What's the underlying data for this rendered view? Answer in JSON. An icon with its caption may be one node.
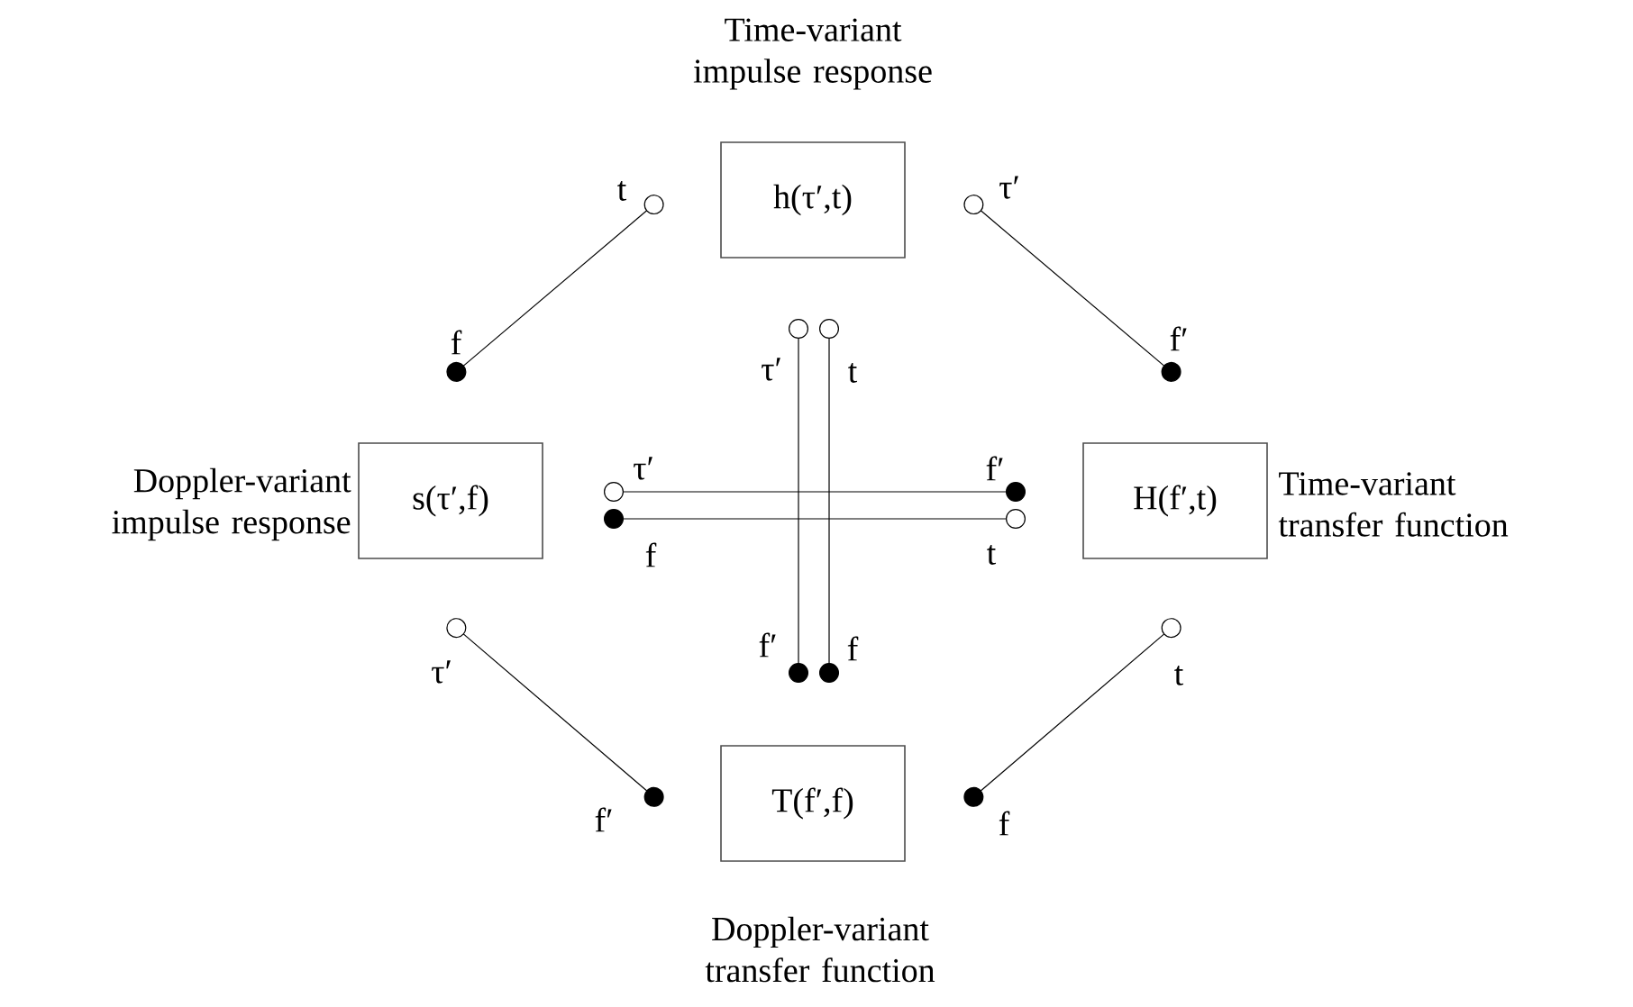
{
  "diagram": {
    "nodes": [
      {
        "text": [
          "Time-variant impulse response",
          "h(τ′,t)"
        ]
      },
      {
        "text": [
          "Doppler-variant impulse response",
          "s(τ′,f)"
        ]
      },
      {
        "text": [
          "H(f′,t)",
          "Time-variant transfer function"
        ]
      },
      {
        "text": [
          "T(f′,f)",
          "Doppler-variant transfer function"
        ]
      }
    ],
    "edges": [
      {
        "from": 0,
        "to": 1,
        "arrow": "other"
      },
      {
        "from": 0,
        "to": 2,
        "arrow": "other"
      },
      {
        "from": 1,
        "to": 3,
        "arrow": "other"
      },
      {
        "from": 2,
        "to": 3,
        "arrow": "other"
      },
      {
        "from": 1,
        "to": 2,
        "arrow": "other"
      },
      {
        "from": 2,
        "to": 1,
        "arrow": "other"
      },
      {
        "from": 0,
        "to": 3,
        "arrow": "other"
      },
      {
        "from": 0,
        "to": 3,
        "arrow": "other"
      }
    ],
    "labels": [
      "t",
      "τ′",
      "f",
      "f′",
      "τ′",
      "t",
      "τ′",
      "f′",
      "f",
      "t",
      "f′",
      "f",
      "τ′",
      "t",
      "f′",
      "f"
    ]
  }
}
